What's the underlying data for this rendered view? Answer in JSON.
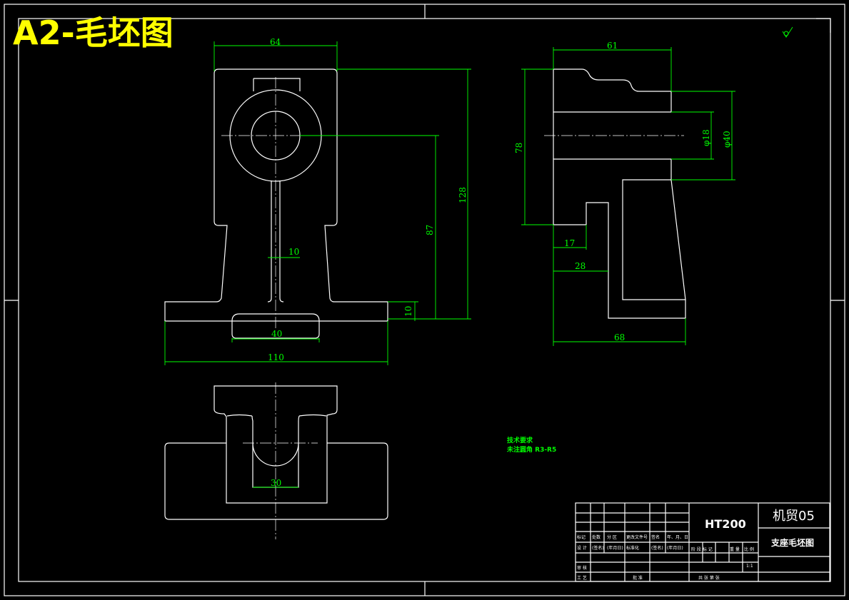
{
  "sheet_title": "A2-毛坯图",
  "dimensions": {
    "front": [
      "64",
      "128",
      "87",
      "10",
      "10",
      "40",
      "110"
    ],
    "side": [
      "61",
      "78",
      "φ18",
      "φ40",
      "17",
      "28",
      "68"
    ],
    "bottom": [
      "30"
    ]
  },
  "tech_requirements": {
    "heading": "技术要求",
    "note": "未注圆角 R3-R5"
  },
  "title_block": {
    "material": "HT200",
    "class": "机贸05",
    "part_name": "支座毛坯图",
    "scale": "1:1",
    "row_labels": [
      "标记",
      "处数",
      "分 区",
      "更改文件号",
      "签名",
      "年、月、日"
    ],
    "design_labels": [
      "设 计",
      "(签名)",
      "(年月日)",
      "标准化",
      "(签名)",
      "(年月日)"
    ],
    "stage_labels": [
      "阶 段 标 记",
      "重 量",
      "比 例"
    ],
    "review": "审 核",
    "process": "工 艺",
    "approve": "批 准",
    "sheet_count": "共 张 第 张"
  },
  "colors": {
    "background": "#000000",
    "outline": "#ffffff",
    "dimension": "#00ff00",
    "title": "#ffff00"
  }
}
